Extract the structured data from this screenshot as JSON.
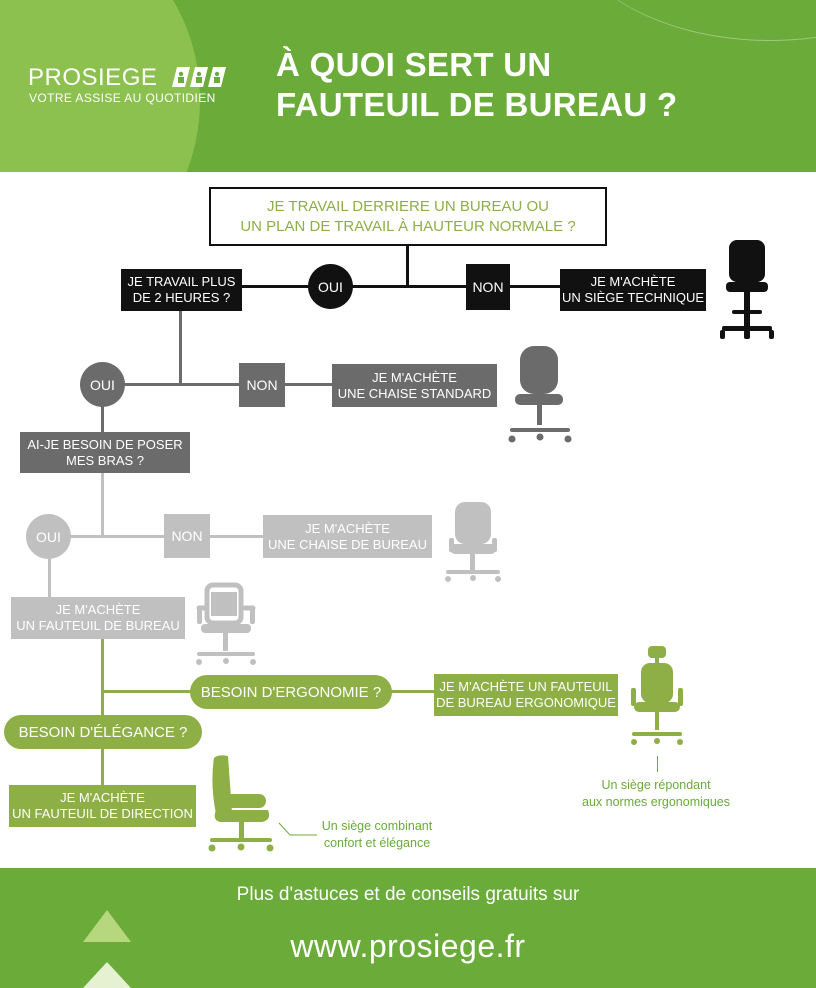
{
  "colors": {
    "green": "#6aab3a",
    "light_green": "#8cc04f",
    "olive_green": "#8daf45",
    "black": "#111111",
    "dark_grey": "#6b6b6b",
    "light_grey": "#c0c0c0"
  },
  "header": {
    "logo_name": "PROSIEGE",
    "logo_tagline": "VOTRE ASSISE AU QUOTIDIEN",
    "title_line1": "À QUOI SERT UN",
    "title_line2": "FAUTEUIL DE BUREAU ?"
  },
  "flow": {
    "start_q_line1": "JE TRAVAIL DERRIERE UN BUREAU OU",
    "start_q_line2": "UN PLAN DE TRAVAIL À HAUTEUR NORMALE ?",
    "yes1": "OUI",
    "no1": "NON",
    "buy_technique_line1": "JE M'ACHÈTE",
    "buy_technique_line2": "UN SIÈGE TECHNIQUE",
    "q2_line1": "JE TRAVAIL PLUS",
    "q2_line2": "DE 2 HEURES ?",
    "yes2": "OUI",
    "no2": "NON",
    "buy_standard_line1": "JE M'ACHÈTE",
    "buy_standard_line2": "UNE CHAISE STANDARD",
    "q3_line1": "AI-JE BESOIN DE POSER",
    "q3_line2": "MES BRAS ?",
    "yes3": "OUI",
    "no3": "NON",
    "buy_office_chair_line1": "JE M'ACHÈTE",
    "buy_office_chair_line2": "UNE CHAISE DE BUREAU",
    "buy_armchair_line1": "JE M'ACHÈTE",
    "buy_armchair_line2": "UN FAUTEUIL DE BUREAU",
    "q_ergonomie": "BESOIN D'ERGONOMIE ?",
    "buy_ergo_line1": "JE M'ACHÈTE UN FAUTEUIL",
    "buy_ergo_line2": "DE BUREAU ERGONOMIQUE",
    "q_elegance": "BESOIN D'ÉLÉGANCE ?",
    "buy_direction_line1": "JE M'ACHÈTE",
    "buy_direction_line2": "UN FAUTEUIL DE DIRECTION",
    "note_ergo_line1": "Un siège répondant",
    "note_ergo_line2": "aux normes ergonomiques",
    "note_elegance_line1": "Un siège combinant",
    "note_elegance_line2": "confort et élégance"
  },
  "icons": [
    "logo-figures-icon",
    "technical-stool-icon",
    "standard-chair-icon",
    "office-chair-icon",
    "armchair-icon",
    "ergonomic-chair-icon",
    "executive-chair-icon",
    "triangle-decoration-icon"
  ],
  "footer": {
    "text": "Plus d'astuces et de conseils gratuits sur",
    "url": "www.prosiege.fr"
  }
}
